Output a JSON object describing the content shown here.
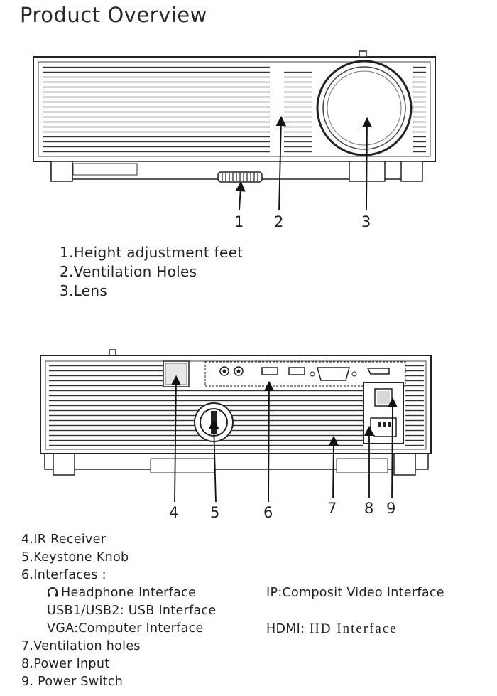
{
  "title": "Product Overview",
  "front_view": {
    "callouts": [
      "1",
      "2",
      "3"
    ],
    "legend": [
      "1.Height adjustment feet",
      "2.Ventilation Holes",
      "3.Lens"
    ]
  },
  "rear_view": {
    "callouts": [
      "4",
      "5",
      "6",
      "7",
      "8",
      "9"
    ],
    "legend": {
      "ir": "4.IR Receiver",
      "keystone": "5.Keystone Knob",
      "interfaces": "6.Interfaces  :",
      "headphone": "Headphone Interface",
      "ip": "IP:Composit Video Interface",
      "usb": "USB1/USB2:  USB Interface",
      "hdmi_prefix": "HDMI:",
      "hdmi_suffix": " HD Interface",
      "vga": "VGA:Computer Interface",
      "vent": "7.Ventilation holes",
      "power_input": "8.Power Input",
      "power_switch": "9. Power Switch"
    }
  },
  "colors": {
    "line": "#222222",
    "background": "#ffffff"
  },
  "icons": [
    "headphone-icon"
  ]
}
